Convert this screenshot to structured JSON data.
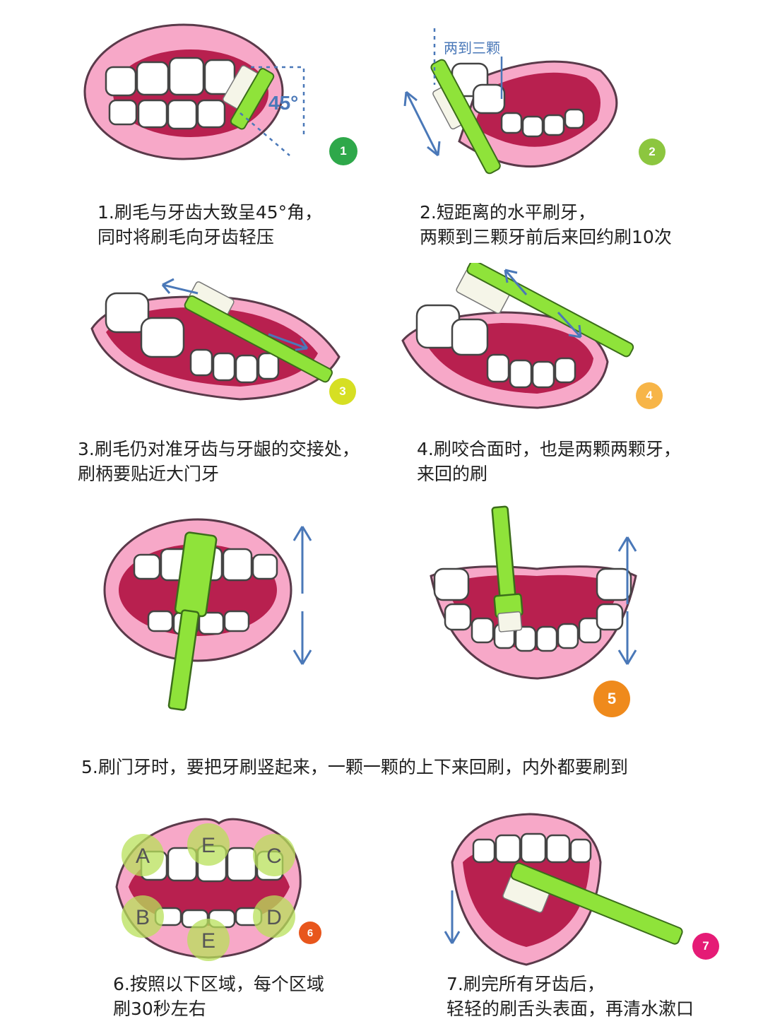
{
  "steps": [
    {
      "number": "1",
      "line1": "1.刷毛与牙齿大致呈45°角，",
      "line2": "同时将刷毛向牙齿轻压",
      "badge_color": "#2ea84a"
    },
    {
      "number": "2",
      "line1": "2.短距离的水平刷牙，",
      "line2": "两颗到三颗牙前后来回约刷10次",
      "badge_color": "#8cc63f"
    },
    {
      "number": "3",
      "line1": "3.刷毛仍对准牙齿与牙龈的交接处，",
      "line2": "刷柄要贴近大门牙",
      "badge_color": "#d6df23"
    },
    {
      "number": "4",
      "line1": "4.刷咬合面时，也是两颗两颗牙，",
      "line2": "来回的刷",
      "badge_color": "#f7b548"
    },
    {
      "number": "5",
      "line1": "5.刷门牙时，要把牙刷竖起来，一颗一颗的上下来回刷，内外都要刷到",
      "badge_color": "#ef8a1c"
    },
    {
      "number": "6",
      "line1": "6.按照以下区域，每个区域",
      "line2": "刷30秒左右",
      "badge_color": "#e8561c"
    },
    {
      "number": "7",
      "line1": "7.刷完所有牙齿后，",
      "line2": "轻轻的刷舌头表面，再清水漱口",
      "badge_color": "#e51b76"
    }
  ],
  "annotations": {
    "angle": "45°",
    "two_to_three": "两到三颗",
    "zones": [
      "A",
      "E",
      "C",
      "B",
      "D",
      "E"
    ]
  },
  "colors": {
    "lip_pink": "#f7a8c8",
    "lip_dark": "#e46ca0",
    "mouth_inner": "#b8204f",
    "brush_green": "#8fe33a",
    "arrow_blue": "#4a78b8",
    "zone_green": "#b8e05a"
  }
}
